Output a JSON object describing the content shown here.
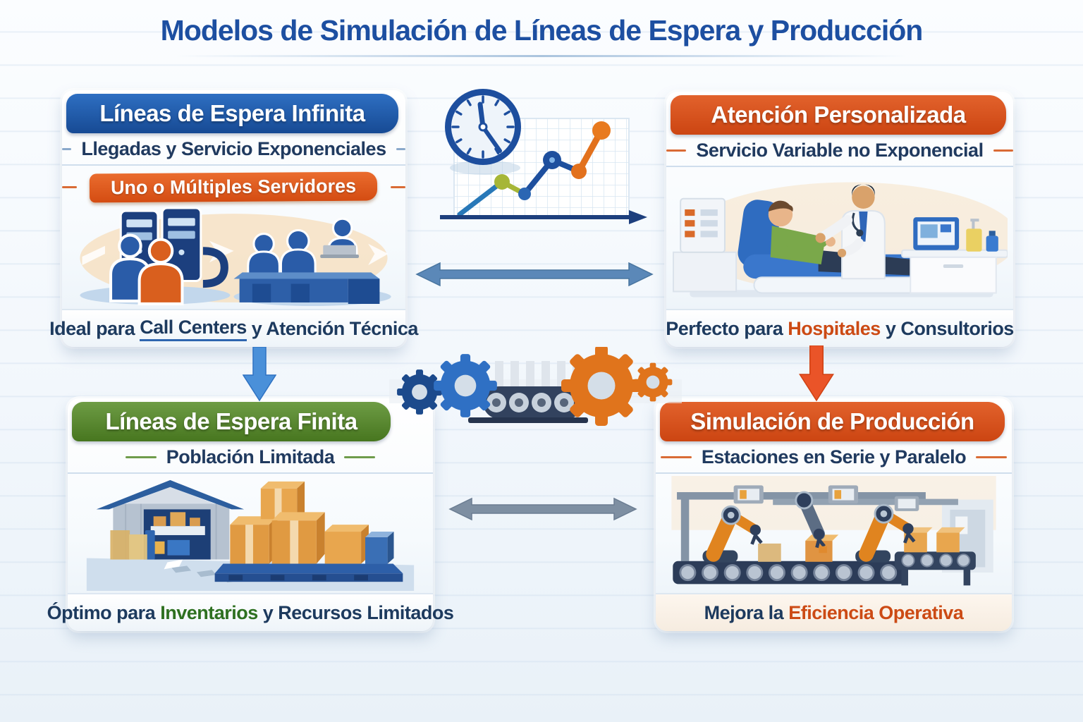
{
  "title": "Modelos de Simulación de Líneas de Espera y Producción",
  "colors": {
    "title_text": "#1d4fa1",
    "header_blue": "#1f5aab",
    "header_orange": "#d8521c",
    "header_green": "#56862f",
    "body_text_navy": "#1d3a5e",
    "accent_orange": "#cc4a14",
    "accent_green": "#2e7020",
    "arrow_horizontal_top": "#5b88b8",
    "arrow_horizontal_bottom": "#7e8fa2",
    "arrow_down_left": "#4a90d9",
    "arrow_down_right": "#ea5428"
  },
  "panels": {
    "infinite_queue": {
      "header": "Líneas de Espera Infinita",
      "subtitle": "Llegadas y Servicio Exponenciales",
      "banner": "Uno o Múltiples Servidores",
      "caption_pre": "Ideal para ",
      "caption_highlight": "Call Centers",
      "caption_post": " y Atención Técnica",
      "illustration": "queue-people-servers-desk"
    },
    "personalized_care": {
      "header": "Atención Personalizada",
      "subtitle": "Servicio Variable no Exponencial",
      "caption_pre": "Perfecto para ",
      "caption_highlight": "Hospitales",
      "caption_post": " y Consultorios",
      "illustration": "doctor-examining-patient"
    },
    "finite_queue": {
      "header": "Líneas de Espera Finita",
      "subtitle": "Población Limitada",
      "caption_pre": "Óptimo para ",
      "caption_highlight": "Inventarios",
      "caption_post": " y Recursos Limitados",
      "illustration": "warehouse-with-boxes"
    },
    "production_simulation": {
      "header": "Simulación de Producción",
      "subtitle": "Estaciones en Serie y Paralelo",
      "caption_pre": "Mejora la ",
      "caption_highlight": "Eficiencia Operativa",
      "caption_post": "",
      "illustration": "robotic-assembly-line"
    }
  },
  "center_graphics": {
    "clock": "clock-icon",
    "growth_chart": "growth-line-chart-icon",
    "gears": "gears-icon",
    "conveyor": "conveyor-belt-icon"
  }
}
